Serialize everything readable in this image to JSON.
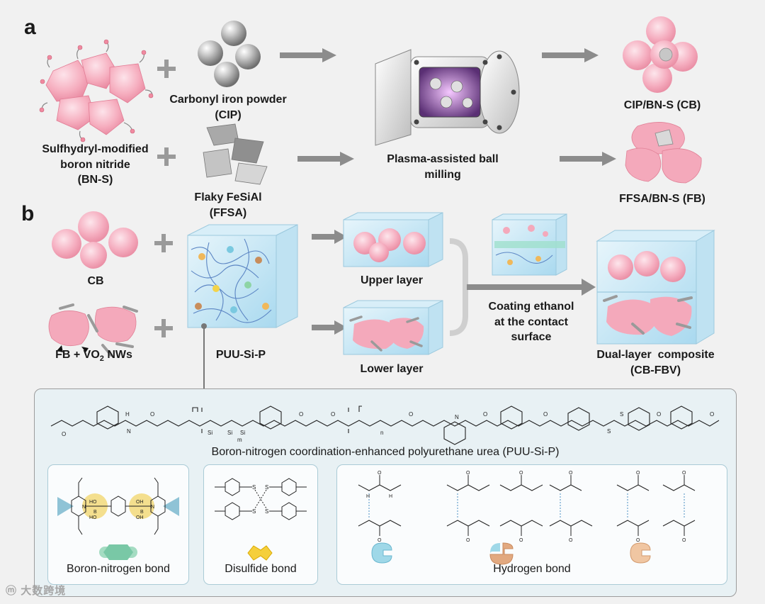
{
  "panel_a": {
    "letter": "a",
    "bns_label": [
      "Sulfhydryl-modified",
      "boron nitride",
      "(BN-S)"
    ],
    "cip_label": [
      "Carbonyl iron powder",
      "(CIP)"
    ],
    "ffsa_label": [
      "Flaky FeSiAl",
      "(FFSA)"
    ],
    "milling_label": [
      "Plasma-assisted ball",
      "milling"
    ],
    "cb_label": "CIP/BN-S (CB)",
    "fb_label": "FFSA/BN-S (FB)"
  },
  "panel_b": {
    "letter": "b",
    "cb_label": "CB",
    "fb_label_prefix": "FB + VO",
    "fb_label_sub": "2",
    "fb_label_suffix": " NWs",
    "matrix_label": "PUU-Si-P",
    "upper_label": "Upper layer",
    "lower_label": "Lower layer",
    "coating_label": [
      "Coating ethanol",
      "at the contact",
      "surface"
    ],
    "composite_label": [
      "Dual-layer  composite",
      "(CB-FBV)"
    ]
  },
  "structure": {
    "polymer_caption": "Boron-nitrogen coordination-enhanced polyurethane urea (PUU-Si-P)",
    "bn_bond_label": "Boron-nitrogen bond",
    "disulfide_label": "Disulfide bond",
    "hbond_label": "Hydrogen bond"
  },
  "watermark": "大数跨境",
  "colors": {
    "pink": "#f4a9bb",
    "blue_cube": "#c9e8f5",
    "arrow": "#8c8c8c"
  }
}
